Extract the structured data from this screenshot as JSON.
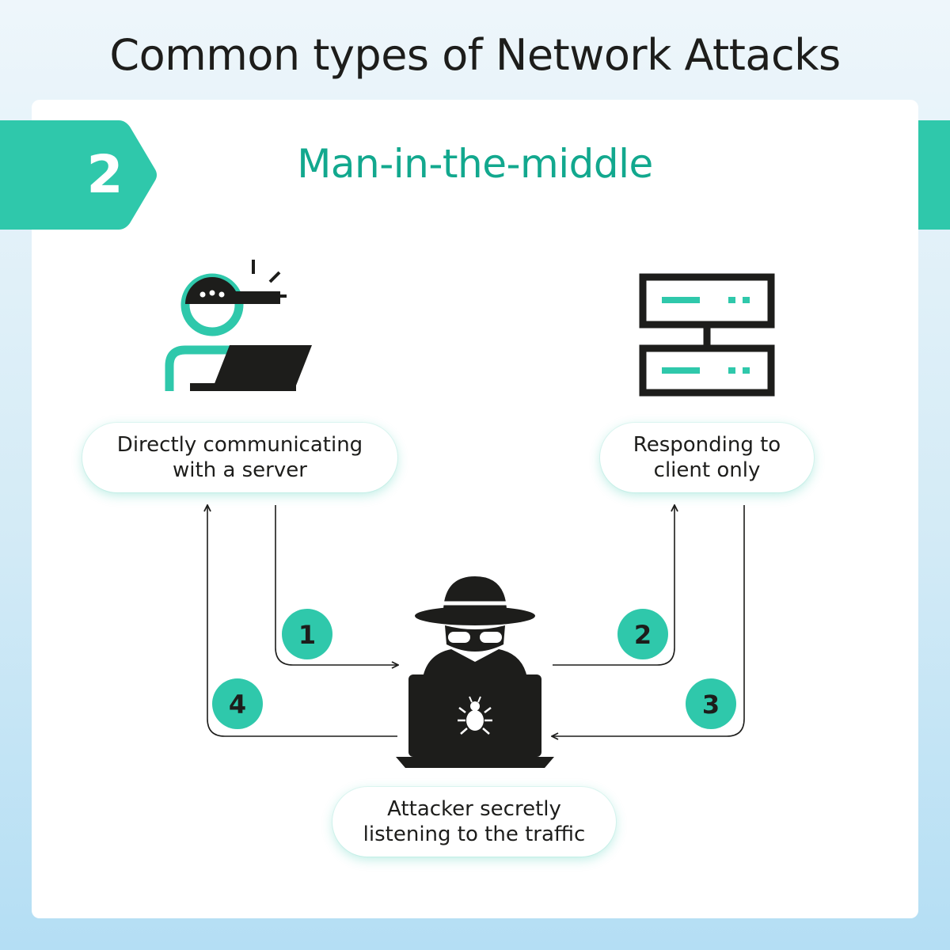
{
  "title": "Common types of Network Attacks",
  "section": {
    "number": "2",
    "name": "Man-in-the-middle"
  },
  "nodes": {
    "client": {
      "label": "Directly communicating\nwith a server",
      "icon": "user-laptop-icon"
    },
    "server": {
      "label": "Responding to\nclient only",
      "icon": "server-rack-icon"
    },
    "attacker": {
      "label": "Attacker secretly\nlistening to the traffic",
      "icon": "hacker-laptop-icon"
    }
  },
  "steps": [
    {
      "number": "1",
      "from": "client",
      "to": "attacker"
    },
    {
      "number": "2",
      "from": "attacker",
      "to": "server"
    },
    {
      "number": "3",
      "from": "server",
      "to": "attacker"
    },
    {
      "number": "4",
      "from": "attacker",
      "to": "client"
    }
  ],
  "colors": {
    "accent": "#2fc8ab",
    "accent_text": "#12a88e",
    "ink": "#1d1d1b",
    "card": "#ffffff"
  }
}
